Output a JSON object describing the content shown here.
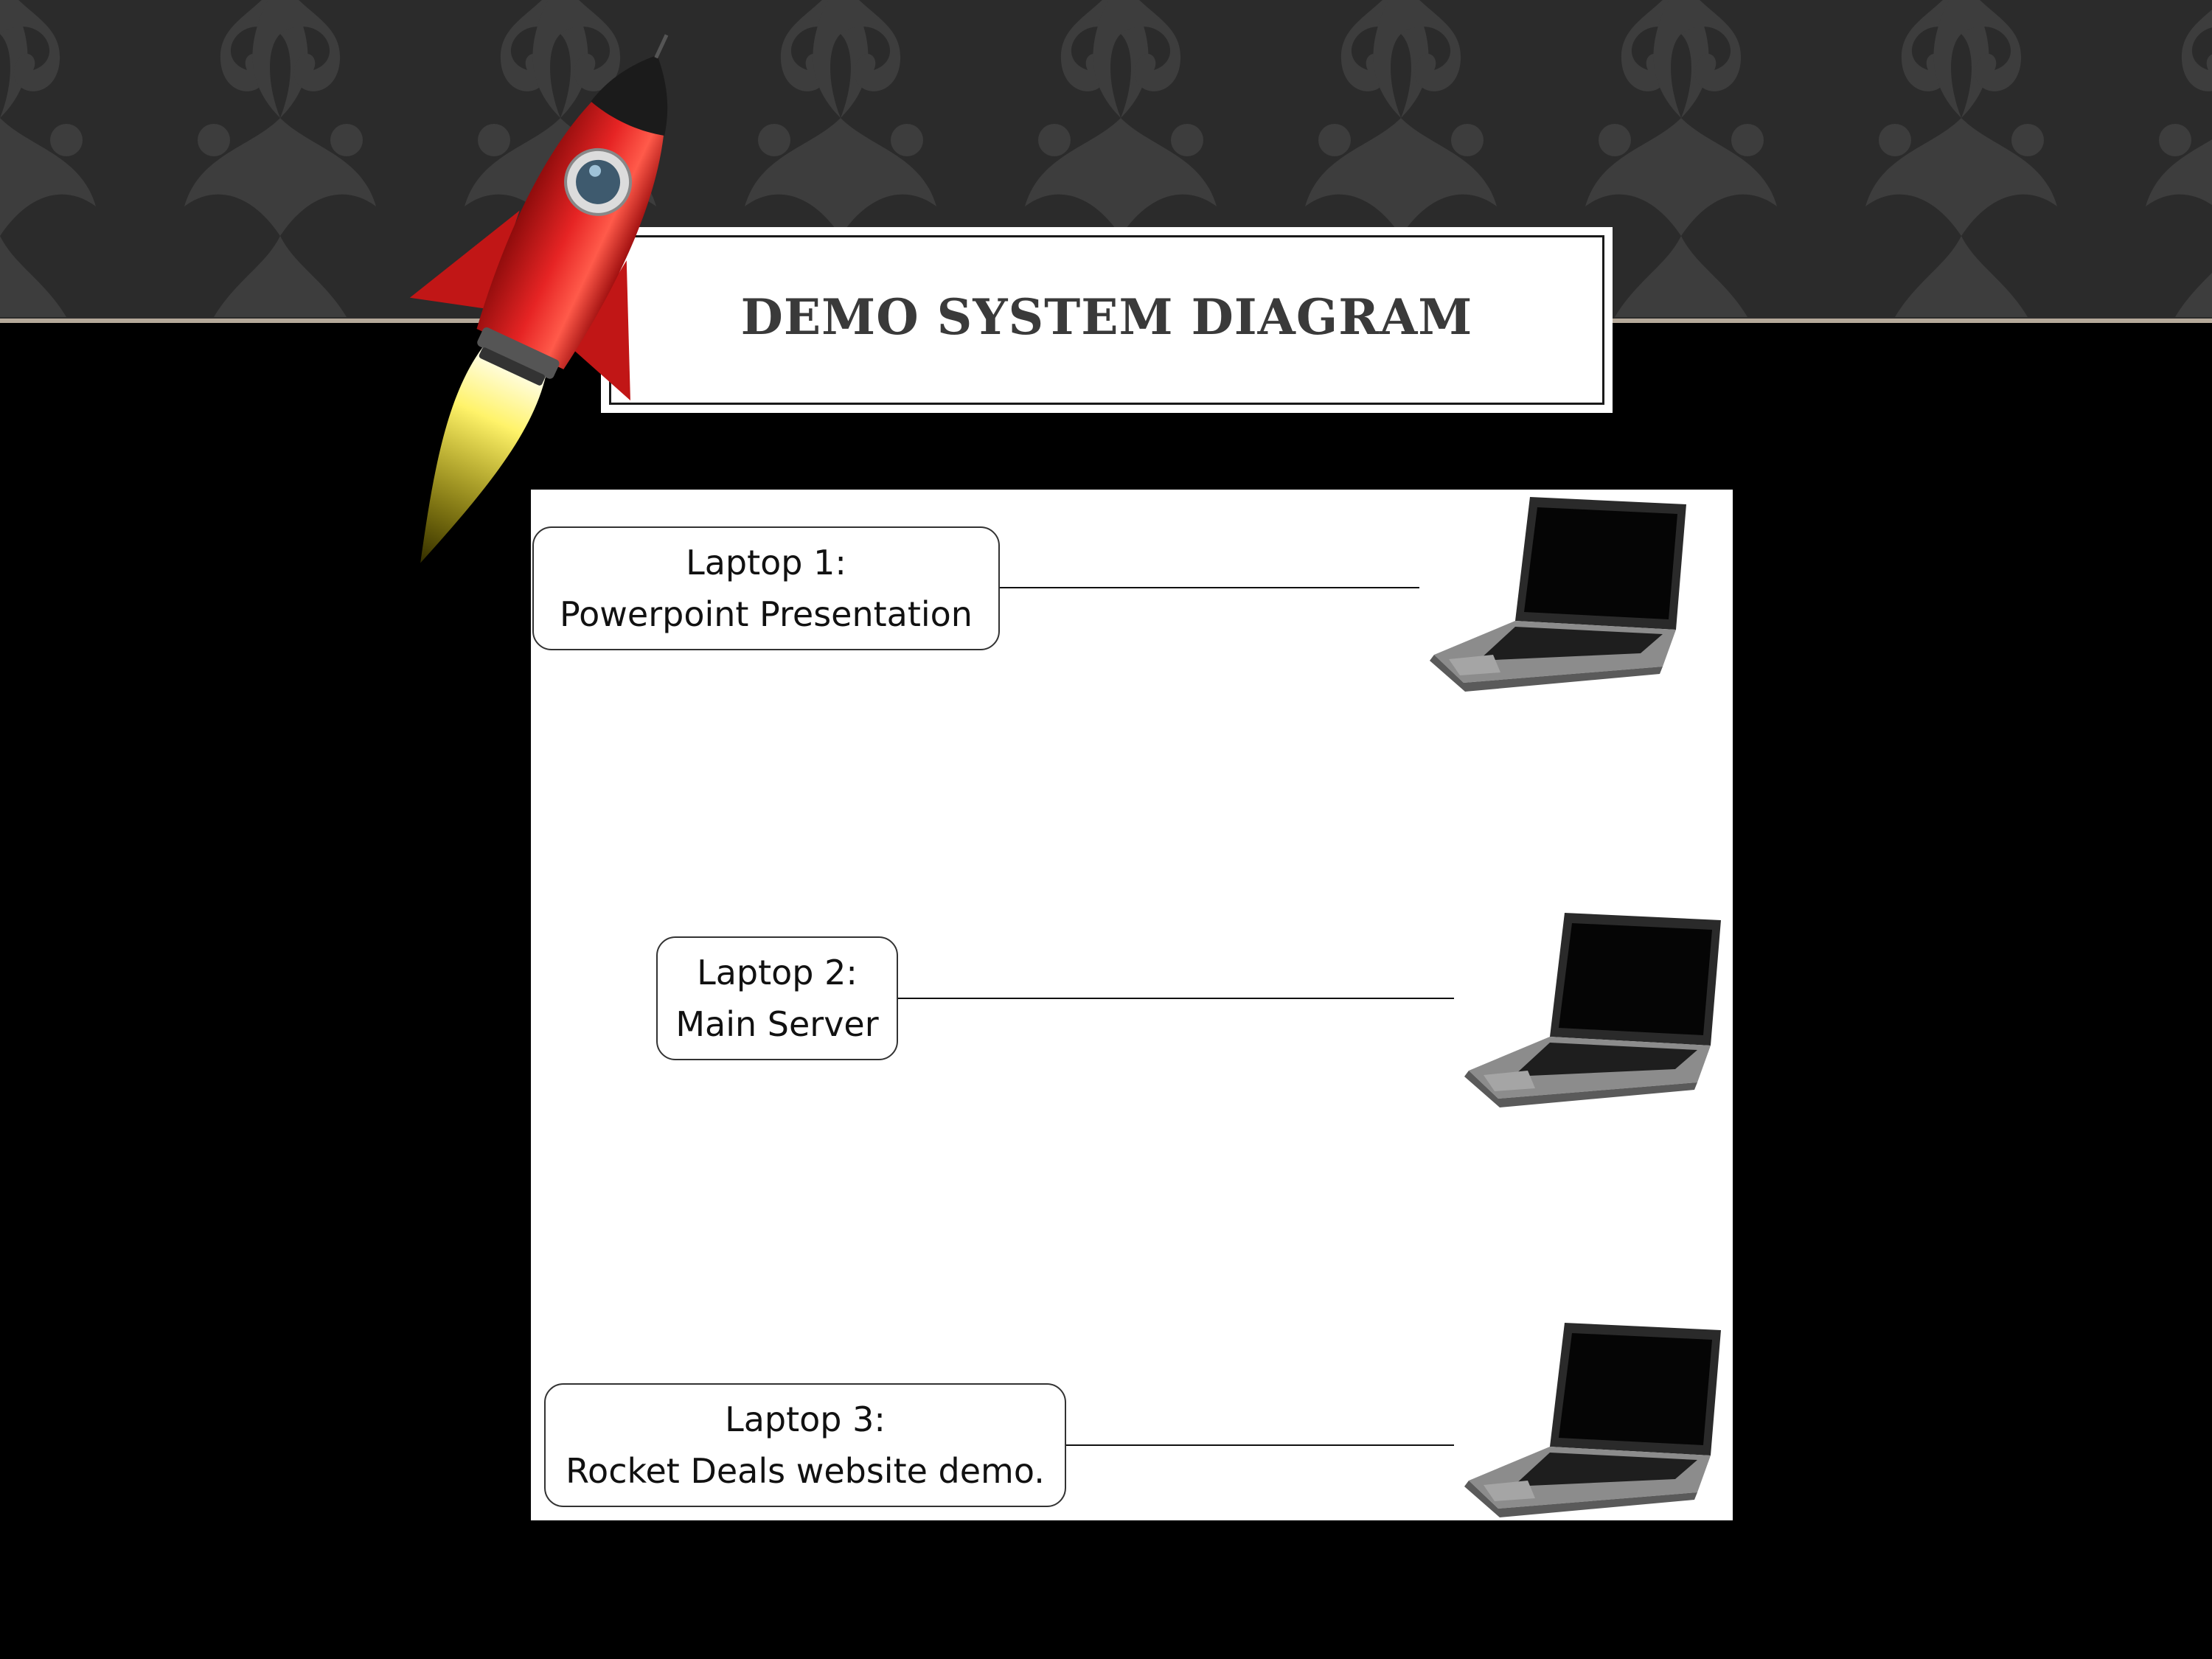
{
  "slide": {
    "title": "Demo System Diagram"
  },
  "diagram": {
    "nodes": [
      {
        "name": "Laptop 1:",
        "role": "Powerpoint Presentation"
      },
      {
        "name": "Laptop 2:",
        "role": "Main Server"
      },
      {
        "name": "Laptop 3:",
        "role": "Rocket Deals website demo."
      }
    ]
  },
  "colors": {
    "background": "#000000",
    "banner": "#2b2b2b",
    "rule": "#b5a99a",
    "rocket_body": "#d81e1e",
    "flame": "#ffe600"
  },
  "icons": [
    "rocket-icon",
    "laptop-icon"
  ]
}
